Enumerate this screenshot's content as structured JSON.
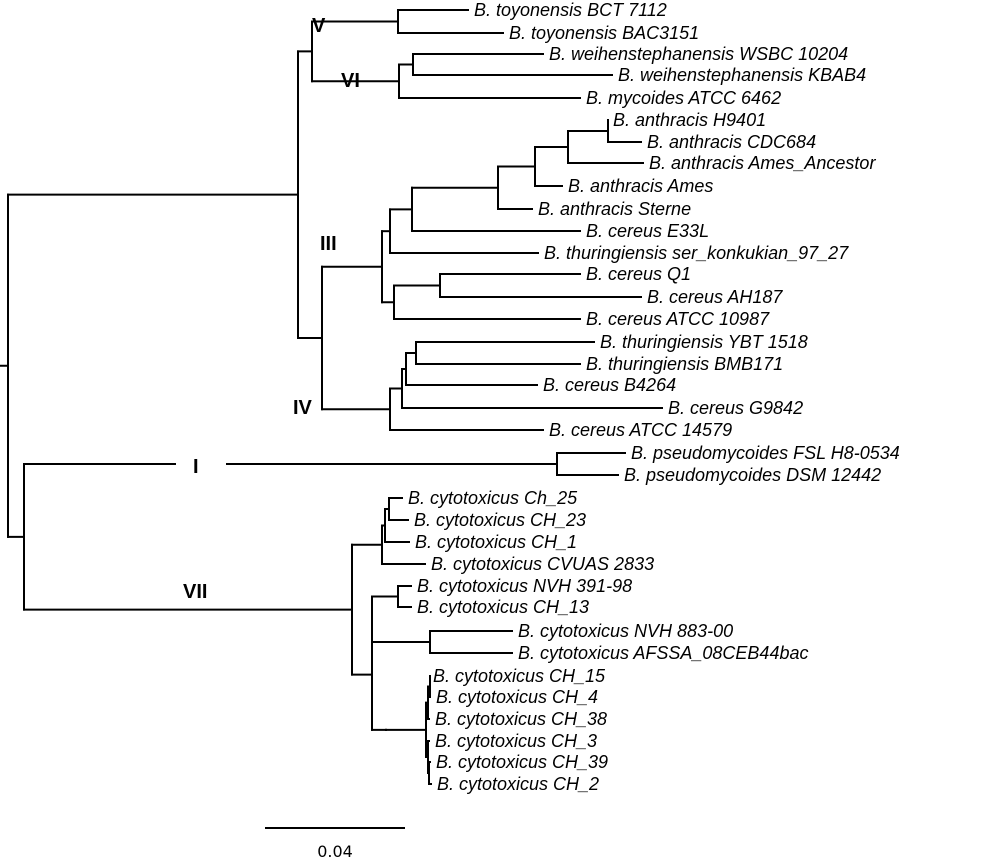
{
  "tree": {
    "leaves": [
      {
        "id": "L1",
        "label": "B. toyonensis BCT 7112"
      },
      {
        "id": "L2",
        "label": "B. toyonensis BAC3151"
      },
      {
        "id": "L3",
        "label": "B. weihenstephanensis WSBC 10204"
      },
      {
        "id": "L4",
        "label": "B. weihenstephanensis KBAB4"
      },
      {
        "id": "L5",
        "label": "B. mycoides ATCC 6462"
      },
      {
        "id": "L6",
        "label": "B. anthracis H9401"
      },
      {
        "id": "L7",
        "label": "B. anthracis CDC684"
      },
      {
        "id": "L8",
        "label": "B. anthracis Ames_Ancestor"
      },
      {
        "id": "L9",
        "label": "B. anthracis Ames"
      },
      {
        "id": "L10",
        "label": "B. anthracis Sterne"
      },
      {
        "id": "L11",
        "label": "B. cereus E33L"
      },
      {
        "id": "L12",
        "label": "B. thuringiensis ser_konkukian_97_27"
      },
      {
        "id": "L13",
        "label": "B. cereus Q1"
      },
      {
        "id": "L14",
        "label": "B. cereus AH187"
      },
      {
        "id": "L15",
        "label": "B. cereus ATCC 10987"
      },
      {
        "id": "L16",
        "label": "B. thuringiensis YBT 1518"
      },
      {
        "id": "L17",
        "label": "B. thuringiensis BMB171"
      },
      {
        "id": "L18",
        "label": "B. cereus B4264"
      },
      {
        "id": "L19",
        "label": "B. cereus G9842"
      },
      {
        "id": "L20",
        "label": "B. cereus ATCC 14579"
      },
      {
        "id": "L21",
        "label": "B. pseudomycoides FSL H8-0534"
      },
      {
        "id": "L22",
        "label": "B. pseudomycoides DSM 12442"
      },
      {
        "id": "L23",
        "label": "B. cytotoxicus Ch_25"
      },
      {
        "id": "L24",
        "label": "B. cytotoxicus CH_23"
      },
      {
        "id": "L25",
        "label": "B. cytotoxicus CH_1"
      },
      {
        "id": "L26",
        "label": "B. cytotoxicus CVUAS 2833"
      },
      {
        "id": "L27",
        "label": "B. cytotoxicus NVH 391-98"
      },
      {
        "id": "L28",
        "label": "B. cytotoxicus CH_13"
      },
      {
        "id": "L29",
        "label": "B. cytotoxicus NVH 883-00"
      },
      {
        "id": "L30",
        "label": "B. cytotoxicus AFSSA_08CEB44bac"
      },
      {
        "id": "L31",
        "label": "B. cytotoxicus CH_15"
      },
      {
        "id": "L32",
        "label": "B. cytotoxicus CH_4"
      },
      {
        "id": "L33",
        "label": "B. cytotoxicus CH_38"
      },
      {
        "id": "L34",
        "label": "B. cytotoxicus CH_3"
      },
      {
        "id": "L35",
        "label": "B. cytotoxicus CH_39"
      },
      {
        "id": "L36",
        "label": "B. cytotoxicus CH_2"
      }
    ],
    "clades": {
      "I": "I",
      "III": "III",
      "IV": "IV",
      "V": "V",
      "VI": "VI",
      "VII": "VII"
    },
    "scale_bar": {
      "value": "0.04"
    }
  }
}
